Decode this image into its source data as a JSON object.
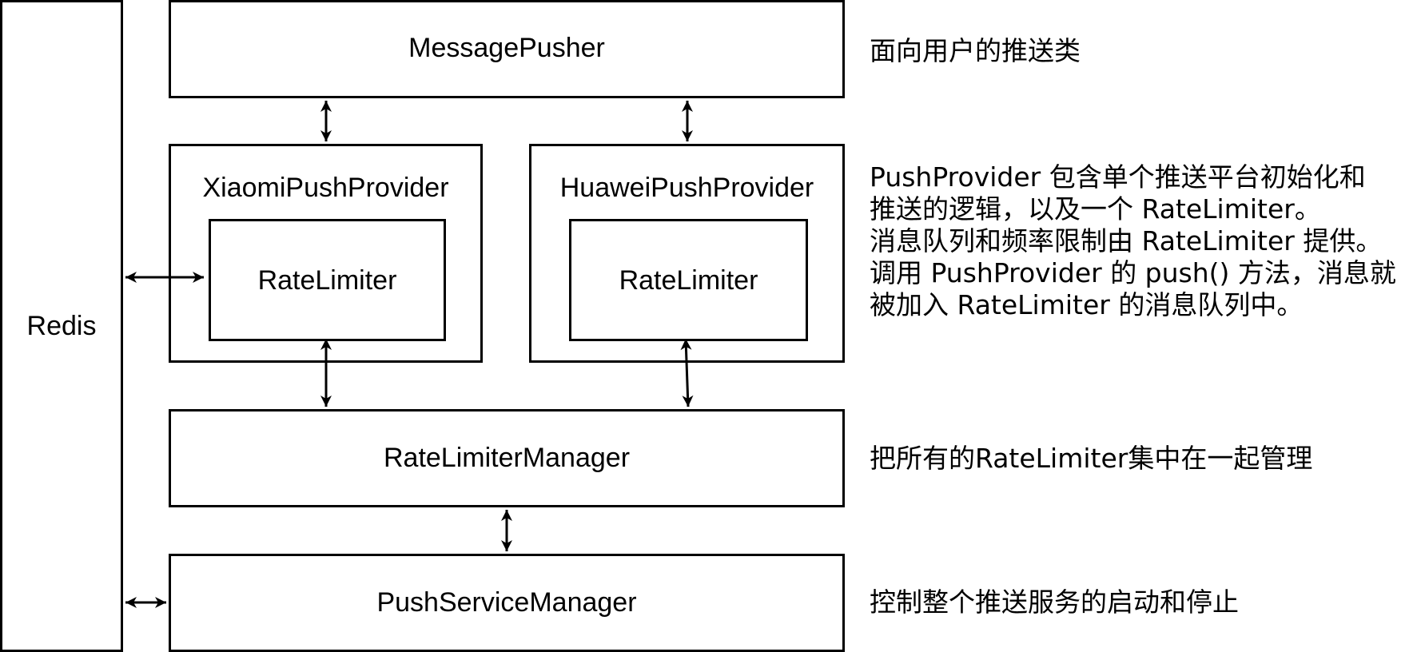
{
  "boxes": {
    "redis": "Redis",
    "message_pusher": "MessagePusher",
    "xiaomi_provider": "XiaomiPushProvider",
    "xiaomi_rate_limiter": "RateLimiter",
    "huawei_provider": "HuaweiPushProvider",
    "huawei_rate_limiter": "RateLimiter",
    "rate_limiter_manager": "RateLimiterManager",
    "push_service_manager": "PushServiceManager"
  },
  "notes": {
    "message_pusher": "面向用户的推送类",
    "provider_lines": [
      "PushProvider 包含单个推送平台初始化和",
      "推送的逻辑，以及一个 RateLimiter。",
      "消息队列和频率限制由 RateLimiter 提供。",
      "调用 PushProvider 的 push() 方法，消息就",
      "被加入 RateLimiter 的消息队列中。"
    ],
    "rate_limiter_manager": "把所有的RateLimiter集中在一起管理",
    "push_service_manager": "控制整个推送服务的启动和停止"
  }
}
